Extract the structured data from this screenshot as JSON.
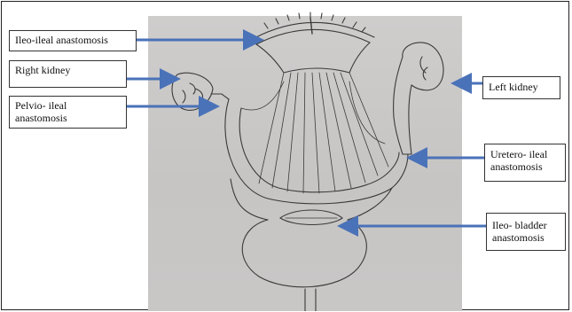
{
  "labels": {
    "ileo_ileal": "Ileo-ileal anastomosis",
    "right_kidney": "Right kidney",
    "pelvio_ileal": "Pelvio- ileal anastomosis",
    "left_kidney": "Left kidney",
    "uretero_ileal": "Uretero- ileal anastomosis",
    "ileo_bladder": "Ileo- bladder anastomosis"
  },
  "colors": {
    "arrow": "#4a72b8",
    "paper": "#cbc9c8",
    "pencil": "#3a3a3a"
  }
}
